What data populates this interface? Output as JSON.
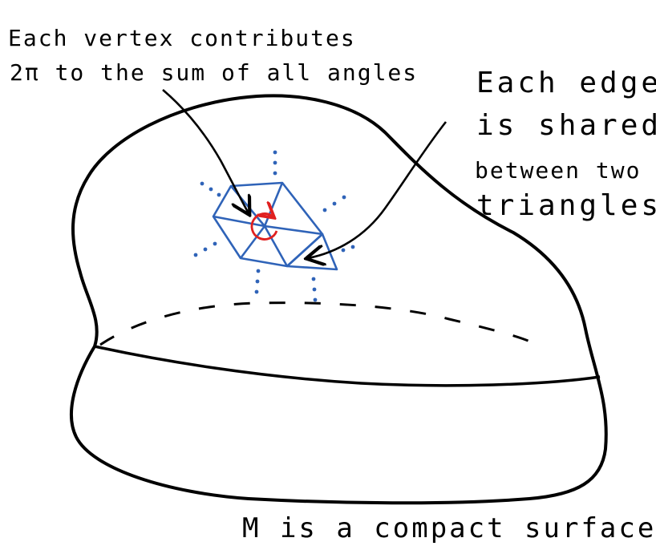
{
  "annotations": {
    "vertex_line1": "Each vertex contributes",
    "vertex_line2": "2π to the sum of all angles",
    "edge_line1": "Each edge",
    "edge_line2": "is shared",
    "edge_line3": "between two",
    "edge_line4": "triangles",
    "surface_caption": "M is a compact surface"
  },
  "colors": {
    "outline": "#000000",
    "mesh": "#2f63b8",
    "angle_circle": "#e02020",
    "text": "#000000"
  },
  "icons": {
    "vertex_arrow": "curved-arrow",
    "edge_arrow": "curved-arrow",
    "angle_marker": "circular-arrow"
  }
}
